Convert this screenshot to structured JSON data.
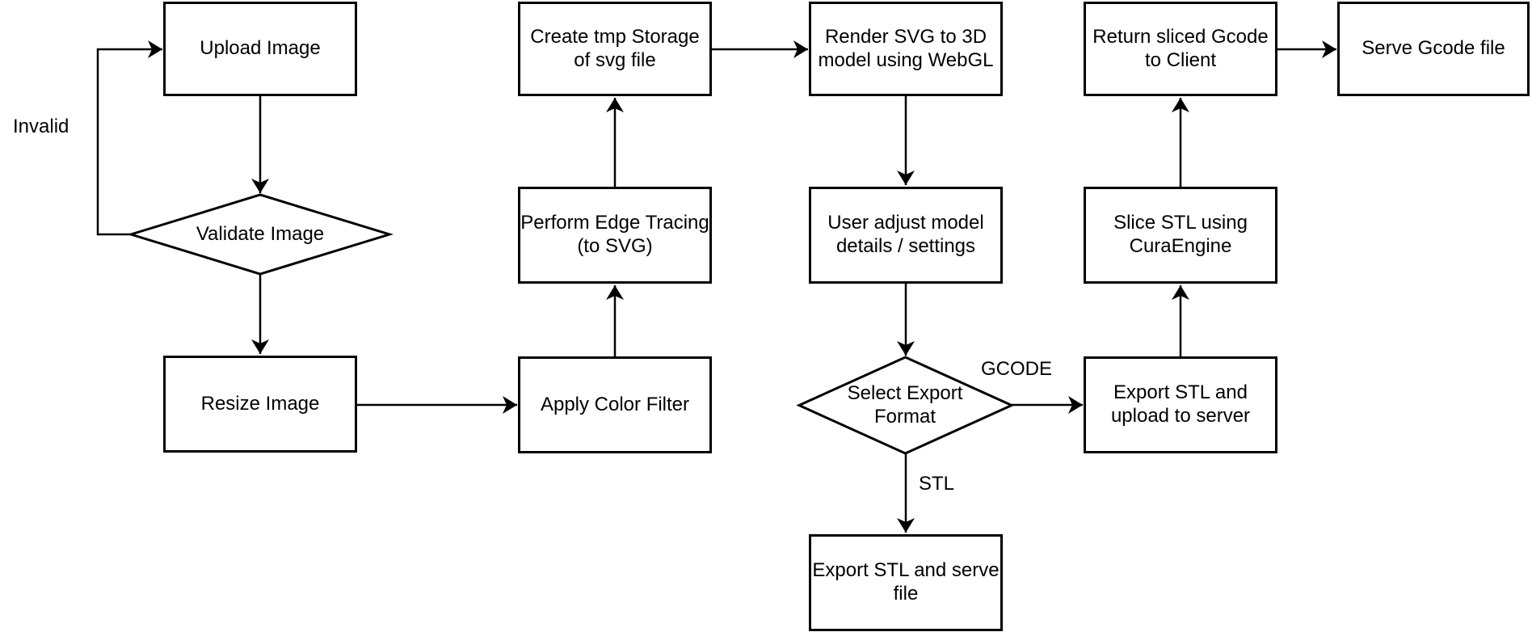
{
  "diagram": {
    "type": "flowchart",
    "colors": {
      "stroke": "#000000",
      "node_fill": "#ffffff",
      "text": "#000000",
      "background": "#ffffff"
    },
    "nodes": [
      {
        "id": "upload-image",
        "shape": "process",
        "label": "Upload Image"
      },
      {
        "id": "validate-image",
        "shape": "decision",
        "label": "Validate Image"
      },
      {
        "id": "resize-image",
        "shape": "process",
        "label": "Resize Image"
      },
      {
        "id": "apply-color-filter",
        "shape": "process",
        "label": "Apply Color Filter"
      },
      {
        "id": "perform-edge-tracing",
        "shape": "process",
        "label": "Perform Edge Tracing\n(to SVG)"
      },
      {
        "id": "create-tmp-storage",
        "shape": "process",
        "label": "Create tmp Storage\nof svg file"
      },
      {
        "id": "render-svg-to-3d",
        "shape": "process",
        "label": "Render SVG to 3D\nmodel using WebGL"
      },
      {
        "id": "user-adjust-model",
        "shape": "process",
        "label": "User adjust model\ndetails / settings"
      },
      {
        "id": "select-export-format",
        "shape": "decision",
        "label": "Select Export\nFormat"
      },
      {
        "id": "export-stl-upload",
        "shape": "process",
        "label": "Export STL and\nupload to server"
      },
      {
        "id": "slice-stl",
        "shape": "process",
        "label": "Slice STL using\nCuraEngine"
      },
      {
        "id": "return-sliced-gcode",
        "shape": "process",
        "label": "Return sliced Gcode\nto Client"
      },
      {
        "id": "serve-gcode-file",
        "shape": "process",
        "label": "Serve Gcode file"
      },
      {
        "id": "export-stl-serve",
        "shape": "process",
        "label": "Export STL and serve\nfile"
      }
    ],
    "edge_labels": [
      {
        "id": "invalid",
        "text": "Invalid"
      },
      {
        "id": "gcode",
        "text": "GCODE"
      },
      {
        "id": "stl",
        "text": "STL"
      }
    ],
    "edges": [
      {
        "from": "upload-image",
        "to": "validate-image"
      },
      {
        "from": "validate-image",
        "to": "upload-image",
        "label": "Invalid"
      },
      {
        "from": "validate-image",
        "to": "resize-image"
      },
      {
        "from": "resize-image",
        "to": "apply-color-filter"
      },
      {
        "from": "apply-color-filter",
        "to": "perform-edge-tracing"
      },
      {
        "from": "perform-edge-tracing",
        "to": "create-tmp-storage"
      },
      {
        "from": "create-tmp-storage",
        "to": "render-svg-to-3d"
      },
      {
        "from": "render-svg-to-3d",
        "to": "user-adjust-model"
      },
      {
        "from": "user-adjust-model",
        "to": "select-export-format"
      },
      {
        "from": "select-export-format",
        "to": "export-stl-upload",
        "label": "GCODE"
      },
      {
        "from": "select-export-format",
        "to": "export-stl-serve",
        "label": "STL"
      },
      {
        "from": "export-stl-upload",
        "to": "slice-stl"
      },
      {
        "from": "slice-stl",
        "to": "return-sliced-gcode"
      },
      {
        "from": "return-sliced-gcode",
        "to": "serve-gcode-file"
      }
    ]
  }
}
